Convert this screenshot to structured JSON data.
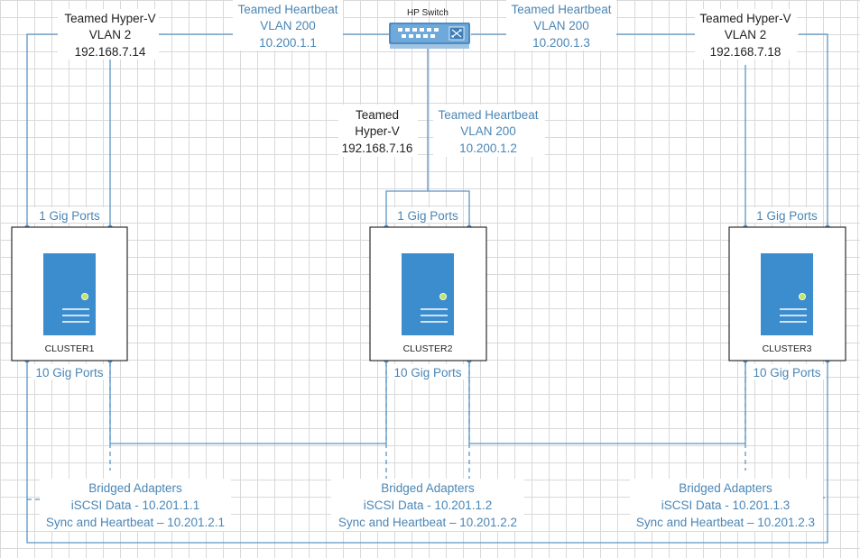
{
  "colors": {
    "line": "#5b95c7",
    "server_fill": "#3c8dce",
    "text_blue": "#4a86b5",
    "text_dark": "#1f1f1f"
  },
  "switch": {
    "label": "HP Switch",
    "icon": "network-switch-icon"
  },
  "top_left": {
    "line1": "Teamed Hyper-V",
    "line2": "VLAN 2",
    "line3": "192.168.7.14"
  },
  "top_right": {
    "line1": "Teamed Hyper-V",
    "line2": "VLAN 2",
    "line3": "192.168.7.18"
  },
  "hb_left": {
    "line1": "Teamed Heartbeat",
    "line2": "VLAN 200",
    "line3": "10.200.1.1"
  },
  "hb_right": {
    "line1": "Teamed Heartbeat",
    "line2": "VLAN 200",
    "line3": "10.200.1.3"
  },
  "mid_hyperv": {
    "line1": "Teamed",
    "line2": "Hyper-V",
    "line3": "192.168.7.16"
  },
  "mid_hb": {
    "line1": "Teamed Heartbeat",
    "line2": "VLAN 200",
    "line3": "10.200.1.2"
  },
  "clusters": [
    {
      "name": "CLUSTER1",
      "gig1": "1 Gig Ports",
      "gig10": "10 Gig Ports",
      "bridge_title": "Bridged Adapters",
      "iscsi": "iSCSI Data - 10.201.1.1",
      "sync": "Sync and Heartbeat – 10.201.2.1"
    },
    {
      "name": "CLUSTER2",
      "gig1": "1 Gig Ports",
      "gig10": "10 Gig Ports",
      "bridge_title": "Bridged Adapters",
      "iscsi": "iSCSI Data - 10.201.1.2",
      "sync": "Sync and Heartbeat – 10.201.2.2"
    },
    {
      "name": "CLUSTER3",
      "gig1": "1 Gig Ports",
      "gig10": "10 Gig Ports",
      "bridge_title": "Bridged Adapters",
      "iscsi": "iSCSI Data - 10.201.1.3",
      "sync": "Sync and Heartbeat – 10.201.2.3"
    }
  ]
}
